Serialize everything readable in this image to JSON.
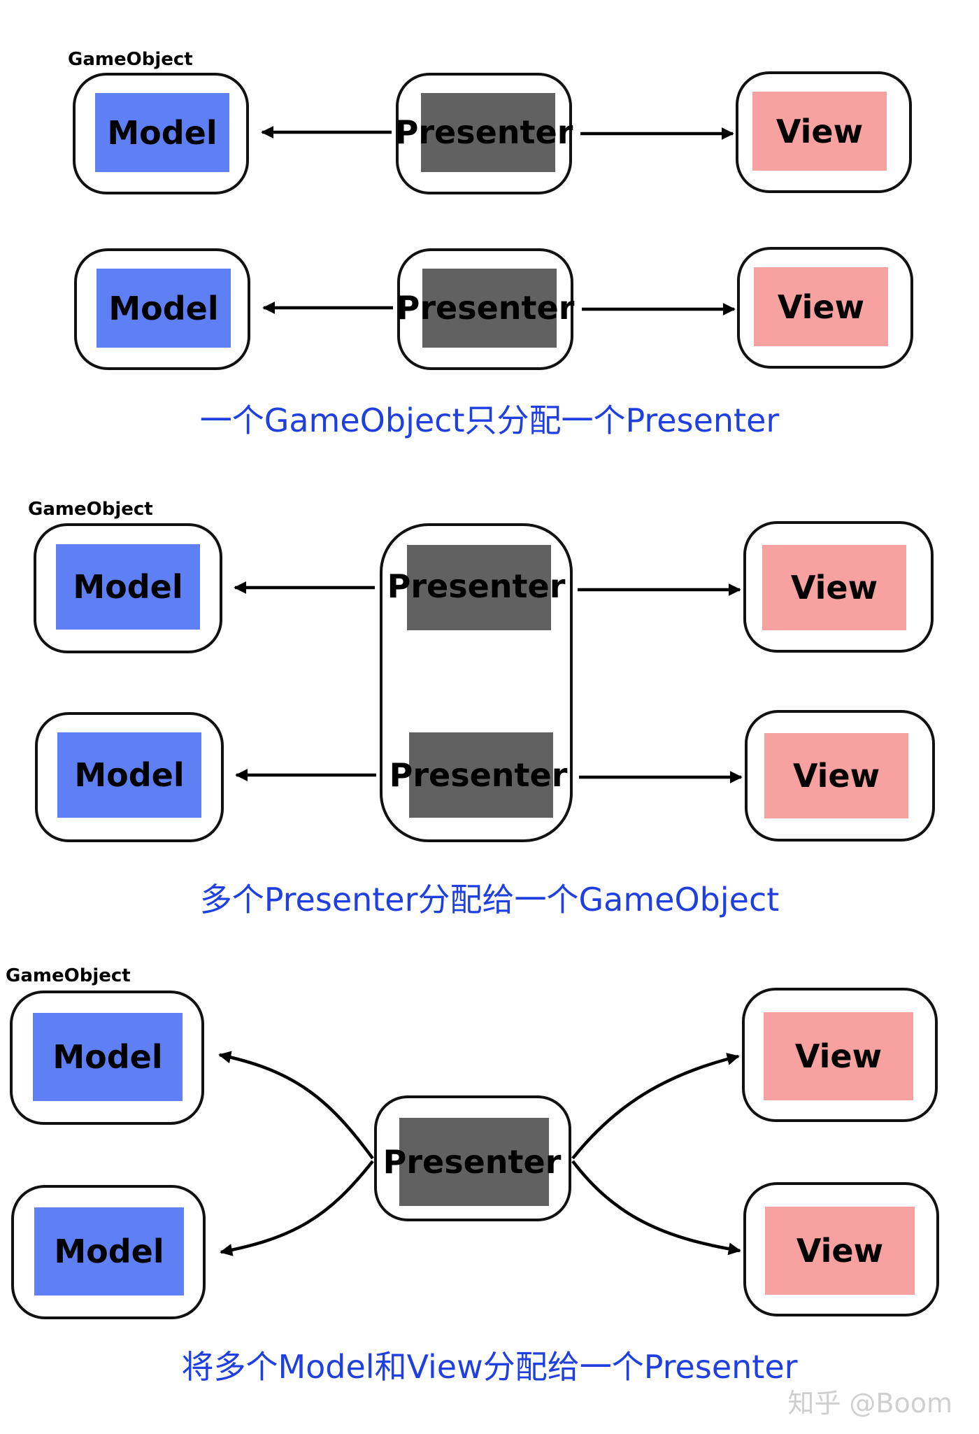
{
  "section1": {
    "gameobject_label": "GameObject",
    "model_label": "Model",
    "presenter_label": "Presenter",
    "view_label": "View",
    "caption": "一个GameObject只分配一个Presenter"
  },
  "section2": {
    "gameobject_label": "GameObject",
    "model_label": "Model",
    "presenter_label": "Presenter",
    "view_label": "View",
    "caption": "多个Presenter分配给一个GameObject"
  },
  "section3": {
    "gameobject_label": "GameObject",
    "model_label": "Model",
    "presenter_label": "Presenter",
    "view_label": "View",
    "caption": "将多个Model和View分配给一个Presenter"
  },
  "watermark": "知乎 @Boom",
  "colors": {
    "model": "#5f80f5",
    "view": "#f7a1a1",
    "presenter": "#616161",
    "caption": "#1f3fe0",
    "border": "#111111"
  }
}
